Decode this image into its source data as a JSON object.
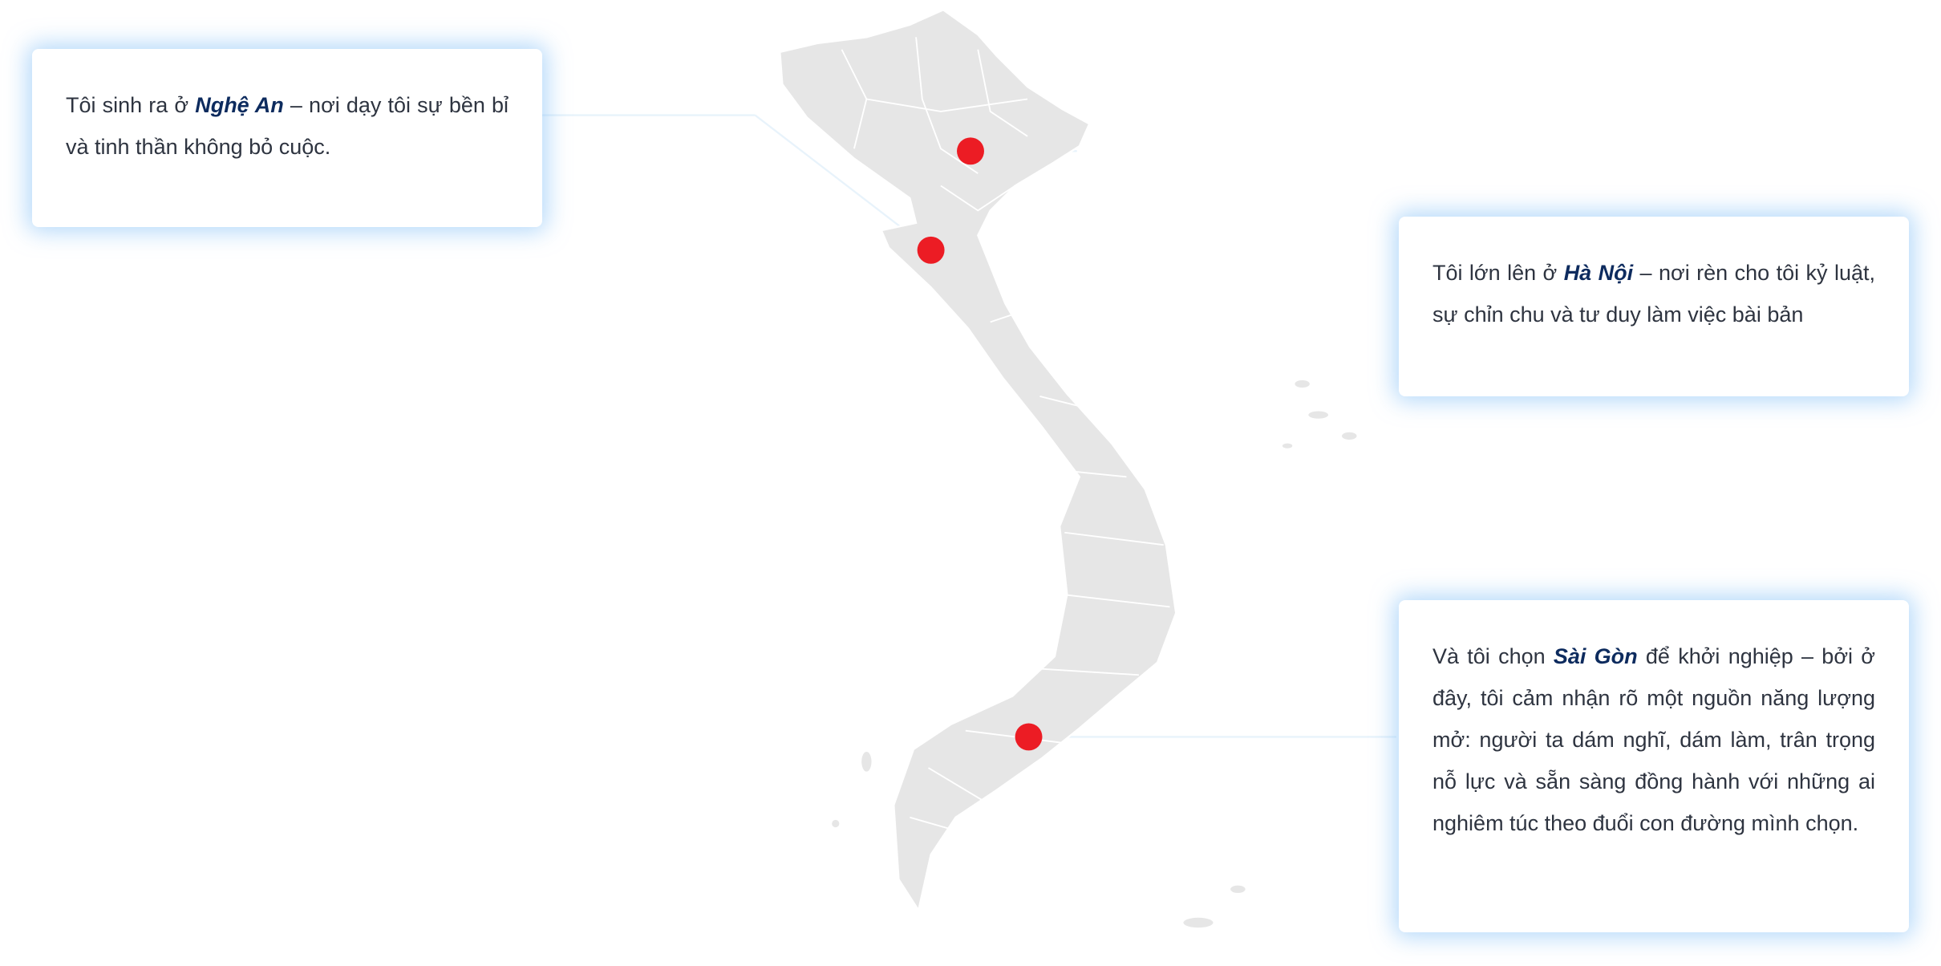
{
  "colors": {
    "map_fill": "#e6e6e6",
    "pin": "#ec1c24",
    "highlight": "#0d2b5e",
    "text": "#2e3440",
    "glow": "#78b9f5"
  },
  "cards": [
    {
      "prefix": "Tôi sinh ra ở ",
      "highlight": "Nghệ An",
      "suffix": " – nơi dạy tôi sự bền bỉ và tinh thần không bỏ cuộc."
    },
    {
      "prefix": "Tôi lớn lên ở ",
      "highlight": "Hà Nội",
      "suffix": " – nơi rèn cho tôi kỷ luật, sự chỉn chu và tư duy làm việc bài bản"
    },
    {
      "prefix": "Và tôi chọn ",
      "highlight": "Sài Gòn",
      "suffix": " để khởi nghiệp – bởi ở đây, tôi cảm nhận rõ một nguồn năng lượng mở: người ta dám nghĩ, dám làm, trân trọng nỗ lực và sẵn sàng đồng hành với những ai nghiêm túc theo đuổi con đường mình chọn."
    }
  ],
  "pins": [
    {
      "city": "Hà Nội"
    },
    {
      "city": "Nghệ An"
    },
    {
      "city": "Sài Gòn"
    }
  ]
}
